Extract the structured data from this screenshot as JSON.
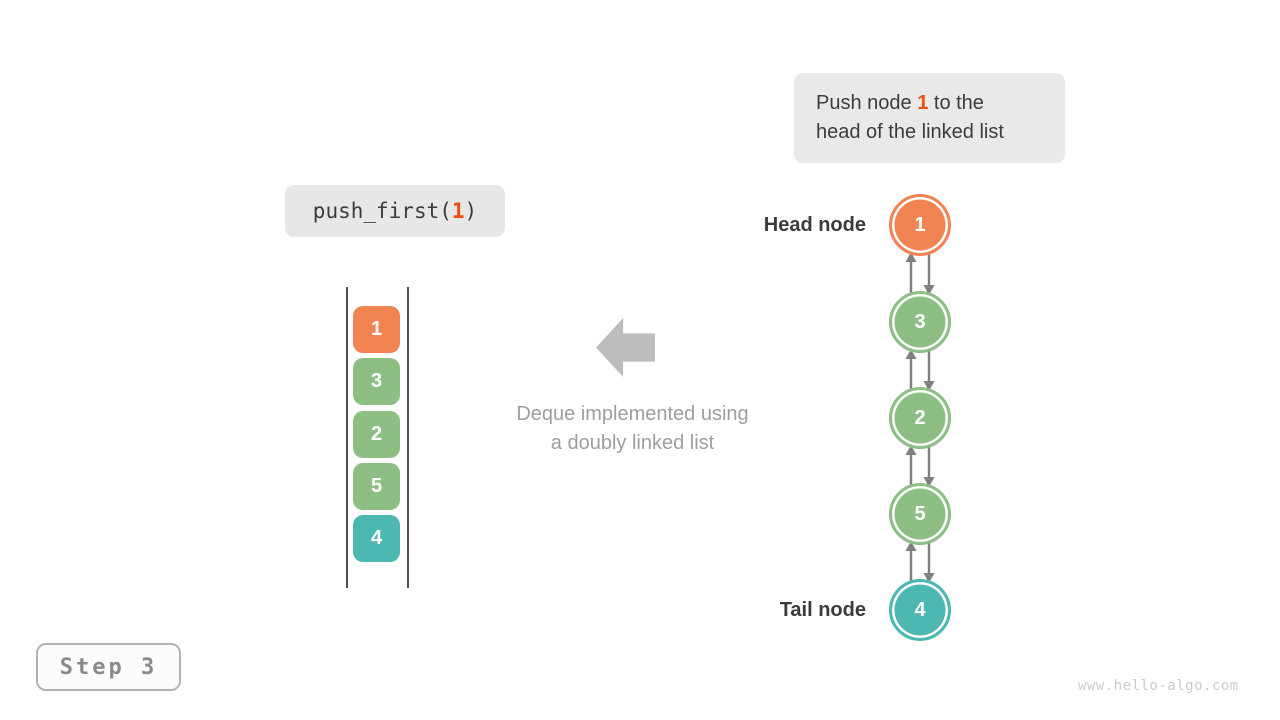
{
  "palette": {
    "orange": "#F28352",
    "green": "#8DBF84",
    "teal": "#4DB8B1",
    "highlight": "#EE4D12"
  },
  "tooltip": {
    "line1_prefix": "Push node ",
    "highlight": "1",
    "line1_suffix": " to the",
    "line2": "head of the linked list"
  },
  "code": {
    "prefix": "push_first(",
    "highlight": "1",
    "suffix": ")"
  },
  "stack": {
    "items": [
      {
        "value": "1",
        "color": "#F28352"
      },
      {
        "value": "3",
        "color": "#8DBF84"
      },
      {
        "value": "2",
        "color": "#8DBF84"
      },
      {
        "value": "5",
        "color": "#8DBF84"
      },
      {
        "value": "4",
        "color": "#4DB8B1"
      }
    ]
  },
  "caption": {
    "line1": "Deque implemented using",
    "line2": "a doubly linked list"
  },
  "linked_list": {
    "head_label": "Head node",
    "tail_label": "Tail node",
    "nodes": [
      {
        "value": "1",
        "color": "#F28352"
      },
      {
        "value": "3",
        "color": "#8DBF84"
      },
      {
        "value": "2",
        "color": "#8DBF84"
      },
      {
        "value": "5",
        "color": "#8DBF84"
      },
      {
        "value": "4",
        "color": "#4DB8B1"
      }
    ]
  },
  "step_label": "Step 3",
  "watermark": "www.hello-algo.com"
}
